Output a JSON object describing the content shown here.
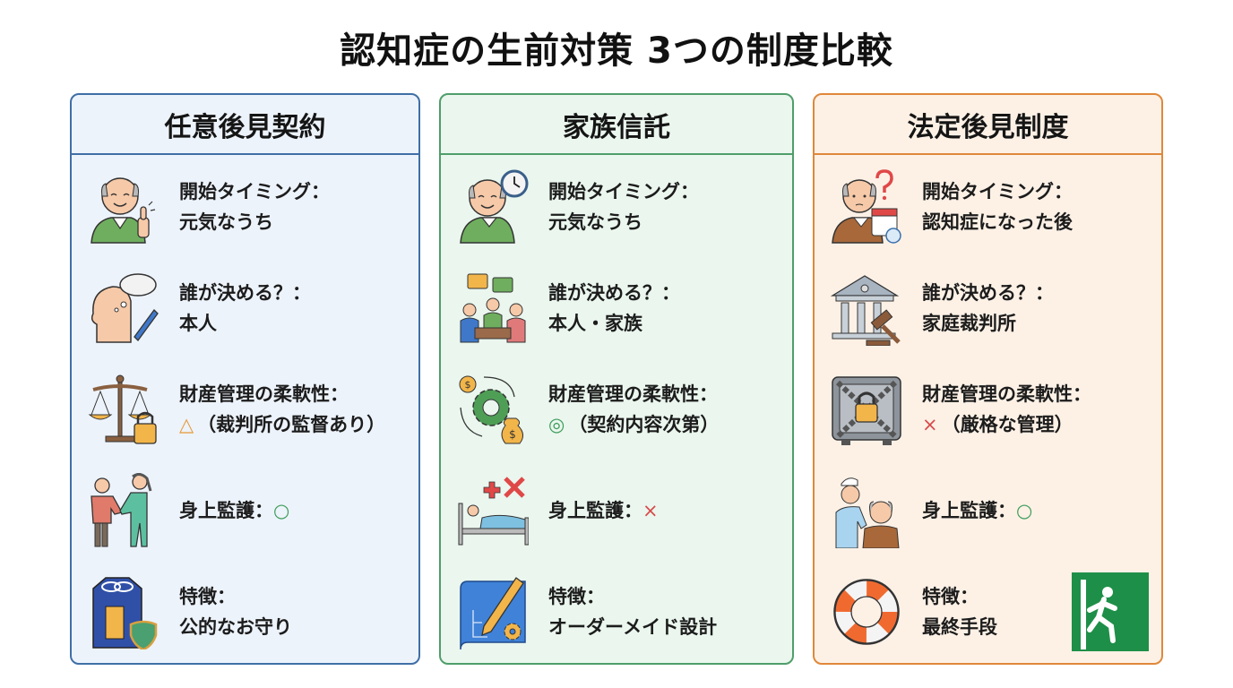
{
  "title": "認知症の生前対策 3つの制度比較",
  "columns": [
    {
      "name": "任意後見契約",
      "accent": "#3f6fa6",
      "background": "#edf3fb",
      "rows": [
        {
          "icon": "elderly-thumbs-up-icon",
          "label": "開始タイミング：",
          "value": "元気なうち"
        },
        {
          "icon": "thinking-head-pen-icon",
          "label": "誰が決める？：",
          "value": "本人"
        },
        {
          "icon": "scales-lock-icon",
          "label": "財産管理の柔軟性：",
          "mark": "△",
          "value": "（裁判所の監督あり）"
        },
        {
          "icon": "handshake-people-icon",
          "label": "身上監護：",
          "mark": "○"
        },
        {
          "icon": "omamori-shield-icon",
          "label": "特徴：",
          "value": "公的なお守り"
        }
      ]
    },
    {
      "name": "家族信託",
      "accent": "#4f9e6a",
      "background": "#eaf6ee",
      "rows": [
        {
          "icon": "elderly-clock-icon",
          "label": "開始タイミング：",
          "value": "元気なうち"
        },
        {
          "icon": "family-meeting-icon",
          "label": "誰が決める？：",
          "value": "本人・家族"
        },
        {
          "icon": "gear-money-cycle-icon",
          "label": "財産管理の柔軟性：",
          "mark": "◎",
          "value": "（契約内容次第）"
        },
        {
          "icon": "hospital-bed-cross-icon",
          "label": "身上監護：",
          "mark": "×"
        },
        {
          "icon": "blueprint-pencil-icon",
          "label": "特徴：",
          "value": "オーダーメイド設計"
        }
      ]
    },
    {
      "name": "法定後見制度",
      "accent": "#e0883a",
      "background": "#fdf1e6",
      "rows": [
        {
          "icon": "elderly-question-calendar-icon",
          "label": "開始タイミング：",
          "value": "認知症になった後"
        },
        {
          "icon": "courthouse-gavel-icon",
          "label": "誰が決める？：",
          "value": "家庭裁判所"
        },
        {
          "icon": "chained-safe-icon",
          "label": "財産管理の柔軟性：",
          "mark": "×",
          "value": "（厳格な管理）"
        },
        {
          "icon": "nurse-elderly-icon",
          "label": "身上監護：",
          "mark": "○"
        },
        {
          "icon": "life-ring-icon",
          "label": "特徴：",
          "value": "最終手段",
          "extra_icon": "emergency-exit-icon"
        }
      ]
    }
  ]
}
